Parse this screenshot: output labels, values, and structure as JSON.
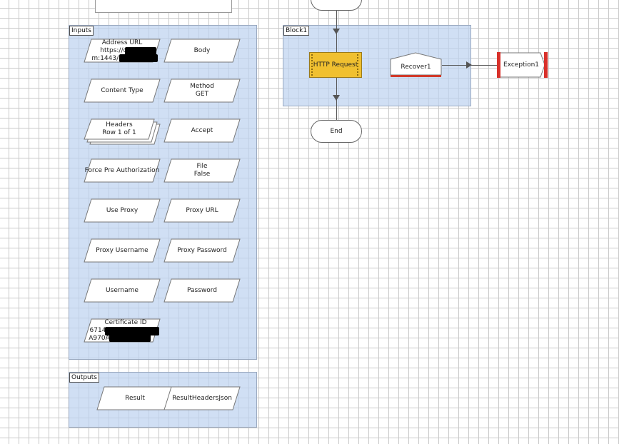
{
  "inputs": {
    "label": "Inputs",
    "items": [
      {
        "label": "Address URL",
        "value_line1": "https://de",
        "value_line2": "m:1443/q2"
      },
      {
        "label": "Body"
      },
      {
        "label": "Content Type"
      },
      {
        "label": "Method",
        "value": "GET"
      },
      {
        "label": "Headers",
        "value": "Row 1 of 1"
      },
      {
        "label": "Accept"
      },
      {
        "label": "Force Pre Authorization"
      },
      {
        "label": "File",
        "value": "False"
      },
      {
        "label": "Use Proxy"
      },
      {
        "label": "Proxy URL"
      },
      {
        "label": "Proxy Username"
      },
      {
        "label": "Proxy Password"
      },
      {
        "label": "Username"
      },
      {
        "label": "Password"
      },
      {
        "label": "Certificate ID",
        "value_line1": "6714",
        "value_line2": "A970A"
      }
    ]
  },
  "outputs": {
    "label": "Outputs",
    "items": [
      {
        "label": "Result"
      },
      {
        "label": "ResultHeadersJson"
      }
    ]
  },
  "block": {
    "label": "Block1",
    "http_request": "HTTP Request",
    "recover": "Recover1"
  },
  "exception": "Exception1",
  "end": "End",
  "colors": {
    "block_fill": "#cbd9f0",
    "http_fill": "#f0c030",
    "recover_bar": "#d03a2a",
    "exception_bar": "#d8302a"
  }
}
